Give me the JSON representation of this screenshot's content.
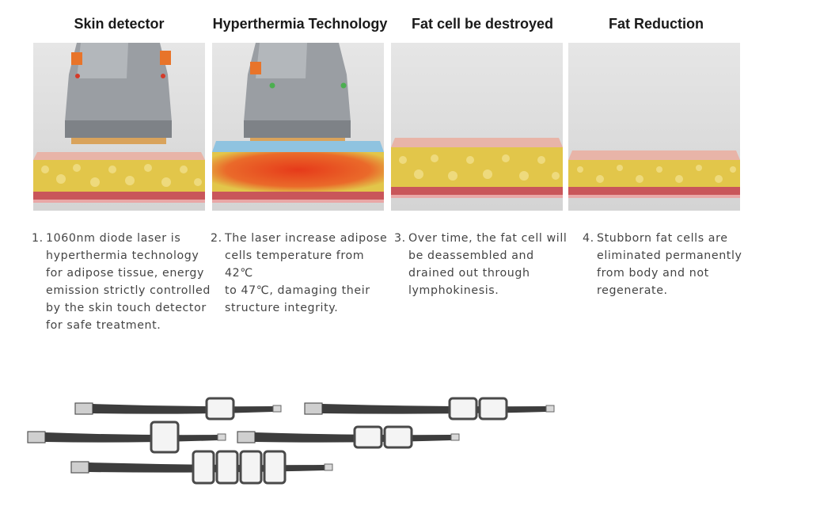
{
  "steps": [
    {
      "title": "Skin detector",
      "number": "1.",
      "lines": [
        "1060nm diode laser is",
        "hyperthermia technology",
        "for adipose tissue, energy",
        "emission strictly controlled",
        "by the skin touch detector",
        "for safe treatment."
      ]
    },
    {
      "title": "Hyperthermia Technology",
      "number": "2.",
      "lines": [
        "The laser increase adipose",
        "cells temperature from 42℃",
        "to 47℃, damaging their",
        "structure integrity."
      ]
    },
    {
      "title": "Fat cell be destroyed",
      "number": "3.",
      "lines": [
        "Over time, the fat cell will",
        "be deassembled and",
        "drained out through",
        "lymphokinesis."
      ]
    },
    {
      "title": "Fat  Reduction",
      "number": "4.",
      "lines": [
        "Stubborn fat cells are",
        "eliminated permanently",
        "from body and not",
        "regenerate."
      ]
    }
  ],
  "colors": {
    "skin": "#e8b4a8",
    "fat": "#e2c64a",
    "muscle": "#c9565a",
    "heat": "#e34a1c",
    "device": "#8f9398",
    "tab": "#e8742a"
  },
  "straps": {
    "count": 5,
    "pad_counts": [
      1,
      2,
      1,
      2,
      4
    ]
  }
}
